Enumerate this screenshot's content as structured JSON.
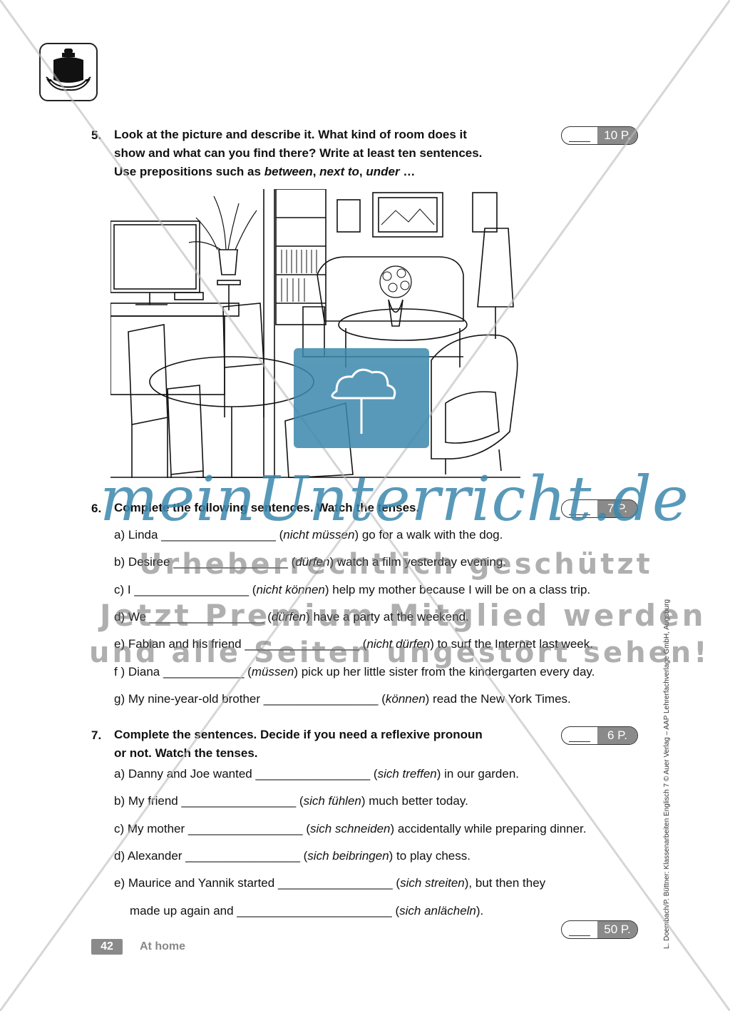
{
  "task5": {
    "number": "5.",
    "line1": "Look at the picture and describe it. What kind of room does it",
    "line2": "show and what can you find there? Write at least ten sentences.",
    "line3_prefix": "Use prepositions such as ",
    "prep1": "between",
    "sep1": ", ",
    "prep2": "next to",
    "sep2": ", ",
    "prep3": "under",
    "line3_suffix": " …",
    "points": "10 P."
  },
  "task6": {
    "number": "6.",
    "instruction": "Complete the following sentences. Watch the tenses.",
    "points": "7 P.",
    "sentences": [
      {
        "pre": "a) Linda _________________ (",
        "verb": "nicht müssen",
        "post": ") go for a walk with the dog."
      },
      {
        "pre": "b) Desiree _________________ (",
        "verb": "dürfen",
        "post": ") watch a film yesterday evening."
      },
      {
        "pre": "c) I _________________ (",
        "verb": "nicht können",
        "post": ") help my mother because I will be on a class trip."
      },
      {
        "pre": "d) We _________________ (",
        "verb": "dürfen",
        "post": ") have a party at the weekend."
      },
      {
        "pre": "e) Fabian and his friend _________________ (",
        "verb": "nicht dürfen",
        "post": ") to surf the Internet last week."
      },
      {
        "pre": "f ) Diana ____________ (",
        "verb": "müssen",
        "post": ") pick up her little sister from the kindergarten every day."
      },
      {
        "pre": "g) My nine-year-old brother _________________ (",
        "verb": "können",
        "post": ") read the New York Times."
      }
    ]
  },
  "task7": {
    "number": "7.",
    "line1": "Complete the sentences. Decide if you need a reflexive pronoun",
    "line2": "or not. Watch the tenses.",
    "points": "6 P.",
    "sentences": [
      {
        "pre": "a) Danny and Joe wanted _________________ (",
        "verb": "sich treffen",
        "post": ") in our garden."
      },
      {
        "pre": "b) My friend _________________ (",
        "verb": "sich fühlen",
        "post": ") much better today."
      },
      {
        "pre": "c) My mother _________________ (",
        "verb": "sich schneiden",
        "post": ") accidentally while preparing dinner."
      },
      {
        "pre": "d) Alexander _________________ (",
        "verb": "sich beibringen",
        "post": ") to play chess."
      },
      {
        "pre": "e) Maurice and Yannik started _________________ (",
        "verb": "sich streiten",
        "post": "), but then they"
      },
      {
        "pre": "made up again and _______________________ (",
        "verb": "sich anlächeln",
        "post": ")."
      }
    ]
  },
  "total_points": "50 P.",
  "footer": {
    "page": "42",
    "title": "At home"
  },
  "side_note": "L. Doernbach/P. Büttner: Klassenarbeiten Englisch 7 © Auer Verlag – AAP Lehrerfachverlage GmbH, Augsburg",
  "watermark": {
    "brand": "meinUnterricht.de",
    "line1": "Urheberrechtlich geschützt",
    "line2": "Jetzt Premium Mitglied werden",
    "line3": "und alle Seiten ungestört sehen!"
  },
  "colors": {
    "watermark_blue": "#3c88ad",
    "points_grey": "#8a8a8a"
  }
}
